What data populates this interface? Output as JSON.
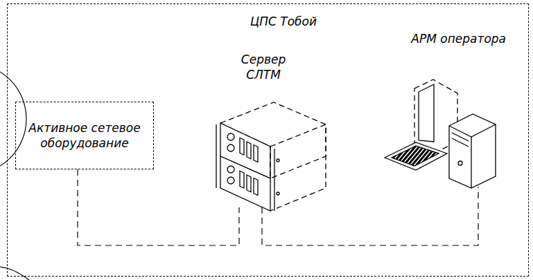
{
  "diagram": {
    "nodes": [
      {
        "text": [
          "ЦПС Тобой"
        ]
      },
      {
        "text": [
          "Активное сетевое оборудование"
        ],
        "in": 0
      },
      {
        "text": [
          "Сервер СЛТМ"
        ],
        "in": 0
      },
      {
        "text": [
          "АРМ оператора"
        ],
        "in": 0
      }
    ],
    "edges": [
      {
        "from": 1,
        "to": 2,
        "arrow": "none"
      },
      {
        "from": 2,
        "to": 3,
        "arrow": "none"
      }
    ]
  }
}
